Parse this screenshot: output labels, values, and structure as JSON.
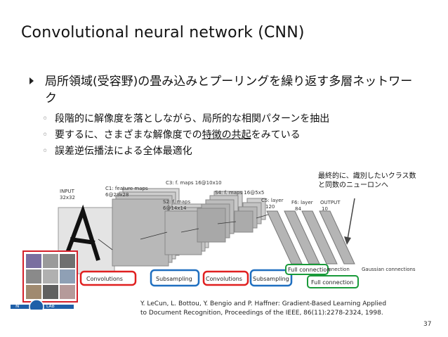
{
  "slide": {
    "title": "Convolutional neural network (CNN)",
    "main_bullet": "局所領域(受容野)の畳み込みとプーリングを繰り返す多層ネットワーク",
    "sub_bullets": [
      {
        "text_plain": "段階的に解像度を落としながら、局所的な相関パターンを抽出"
      },
      {
        "text_pre": "要するに、さまざまな解像度での",
        "text_ul": "特徴の共起",
        "text_post": "をみている"
      },
      {
        "text_plain": "誤差逆伝播法による全体最適化"
      }
    ],
    "annotation_line1": "最終的に、識別したいクラス数",
    "annotation_line2": "と同数のニューロンへ",
    "citation_line1": "Y. LeCun, L. Bottou, Y. Bengio and P. Haffner: Gradient-Based Learning Applied",
    "citation_line2": "to Document Recognition, Proceedings of the IEEE, 86(11):2278-2324, 1998.",
    "page_number": "37"
  },
  "figure": {
    "input_label": "INPUT",
    "input_size": "32x32",
    "c1_label": "C1: feature maps",
    "c1_size": "6@28x28",
    "s2_label": "S2: f. maps",
    "s2_size": "6@14x14",
    "c3_label": "C3: f. maps 16@10x10",
    "s4_label": "S4: f. maps 16@5x5",
    "c5_label": "C5: layer",
    "c5_size": "120",
    "f6_label": "F6: layer",
    "f6_size": "84",
    "output_label": "OUTPUT",
    "output_size": "10",
    "orig_full_connection": "Full connection",
    "orig_gaussian": "Gaussian connections",
    "boxes": {
      "conv1": "Convolutions",
      "sub1": "Subsampling",
      "conv2": "Convolutions",
      "sub2": "Subsampling",
      "full1": "Full connection",
      "full2": "Full connection"
    },
    "colors": {
      "conv_box": "#e02020",
      "sub_box": "#1f6fc0",
      "full_box": "#1a9a3a",
      "filter_border": "#d4202a",
      "lab_logo": "#1f5fa8"
    },
    "logo_text_n": "N",
    "logo_text_lab": "LAB"
  }
}
